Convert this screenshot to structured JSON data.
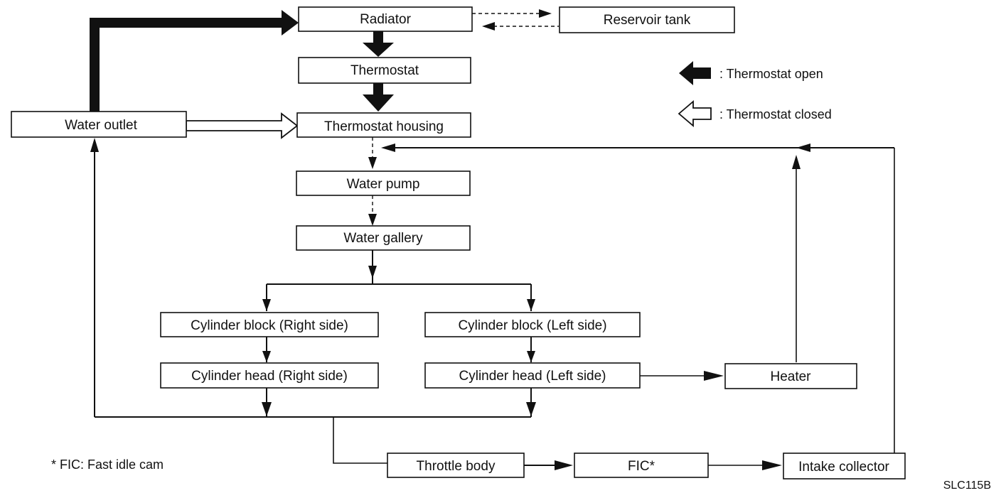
{
  "nodes": {
    "radiator": "Radiator",
    "reservoir_tank": "Reservoir tank",
    "thermostat": "Thermostat",
    "thermostat_housing": "Thermostat housing",
    "water_outlet": "Water outlet",
    "water_pump": "Water pump",
    "water_gallery": "Water gallery",
    "cyl_block_right": "Cylinder block (Right side)",
    "cyl_block_left": "Cylinder block (Left side)",
    "cyl_head_right": "Cylinder head (Right side)",
    "cyl_head_left": "Cylinder head (Left side)",
    "heater": "Heater",
    "throttle_body": "Throttle body",
    "fic": "FIC*",
    "intake_collector": "Intake collector"
  },
  "legend": {
    "open": ": Thermostat open",
    "closed": ": Thermostat closed",
    "open_icon": "solid-arrow-icon",
    "closed_icon": "hollow-arrow-icon"
  },
  "footnote": "* FIC: Fast idle cam",
  "figure_code": "SLC115B"
}
